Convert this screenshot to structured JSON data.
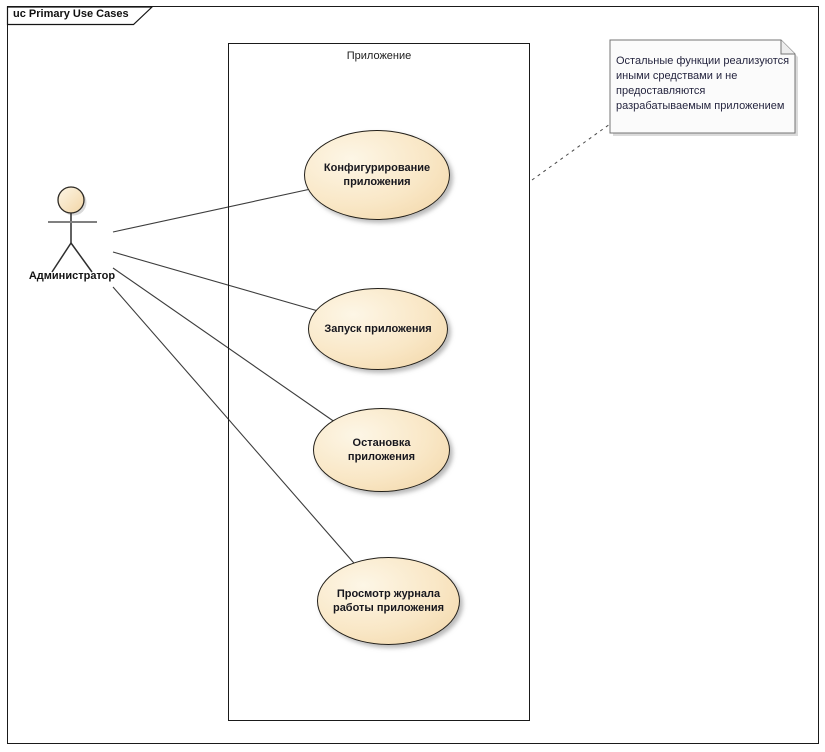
{
  "frame": {
    "label": "uc Primary Use Cases"
  },
  "boundary": {
    "label": "Приложение"
  },
  "actor": {
    "label": "Администратор"
  },
  "use_cases": [
    {
      "label": "Конфигурирование\nприложения"
    },
    {
      "label": "Запуск приложения"
    },
    {
      "label": "Остановка\nприложения"
    },
    {
      "label": "Просмотр журнала\nработы приложения"
    }
  ],
  "note": {
    "text": "Остальные функции реализуются\nиными средствами и не\nпредоставляются\nразрабатываемым приложением"
  },
  "colors": {
    "ellipse_fill_light": "#fdf6e6",
    "ellipse_fill_dark": "#f2d5a5",
    "ellipse_border": "#23201a",
    "note_fill": "#fbfbfb",
    "note_border": "#757575",
    "note_text": "#262640",
    "line": "#1a1a1a",
    "connector": "#3c3c3c"
  }
}
